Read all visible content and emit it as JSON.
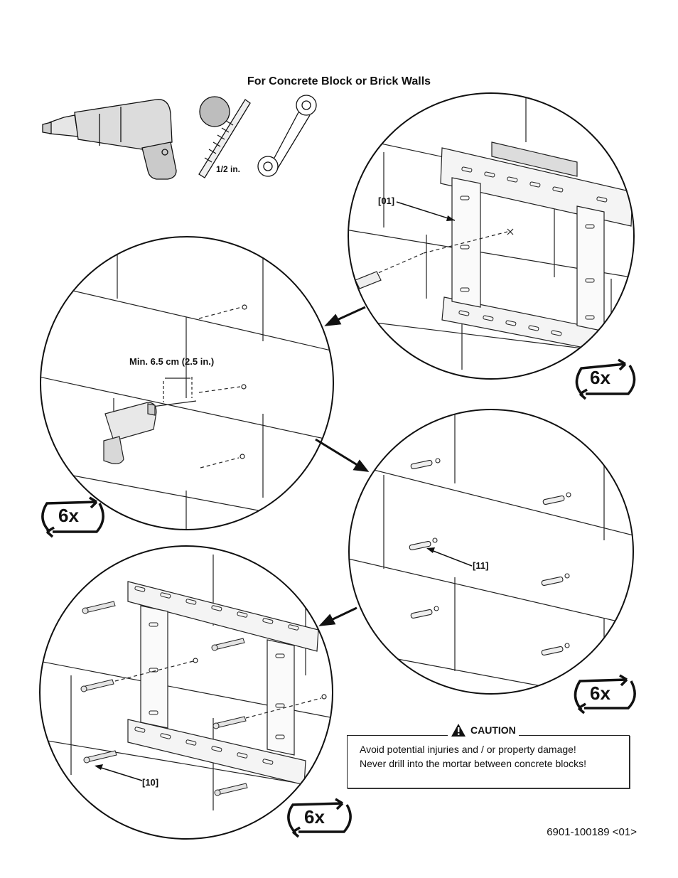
{
  "title": "For Concrete Block or Brick Walls",
  "tools": {
    "drill_bit_label": "1/2 in."
  },
  "callouts": {
    "bracket_part": "[01]",
    "anchor_part": "[11]",
    "screw_part": "[10]"
  },
  "min_distance_label": "Min. 6.5 cm (2.5 in.)",
  "repeat_labels": [
    "6x",
    "6x",
    "6x",
    "6x"
  ],
  "caution": {
    "heading": "CAUTION",
    "line1": "Avoid potential injuries and / or property damage!",
    "line2": "Never drill into the mortar between concrete blocks!"
  },
  "document_number": "6901-100189 <01>"
}
